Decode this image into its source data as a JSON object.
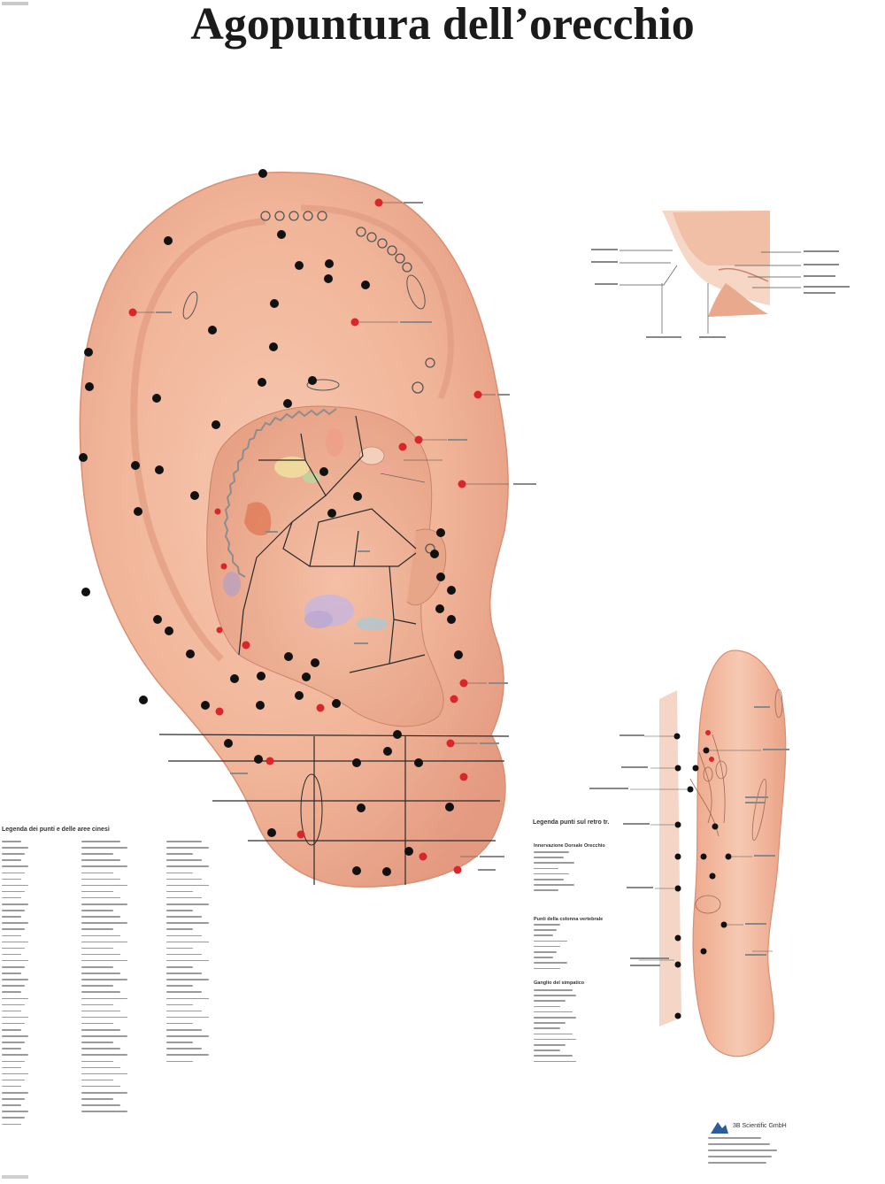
{
  "title": "Agopuntura dell’orecchio",
  "legend_main": {
    "heading": "Legenda dei punti e delle aree cinesi"
  },
  "legend_back": {
    "heading": "Legenda punti sul retro tr.",
    "section_1": "Innervazione Dorsale Orecchio",
    "section_2": "Punti della colonna vertebrale",
    "section_3": "Ganglio del simpatico"
  },
  "brand": {
    "name": "3B Scientific GmbH"
  },
  "colors": {
    "skin": "#f2b89d",
    "skin_dark": "#e3957a",
    "point_black": "#111111",
    "point_red": "#d9262b",
    "line": "#2a2a2a"
  }
}
